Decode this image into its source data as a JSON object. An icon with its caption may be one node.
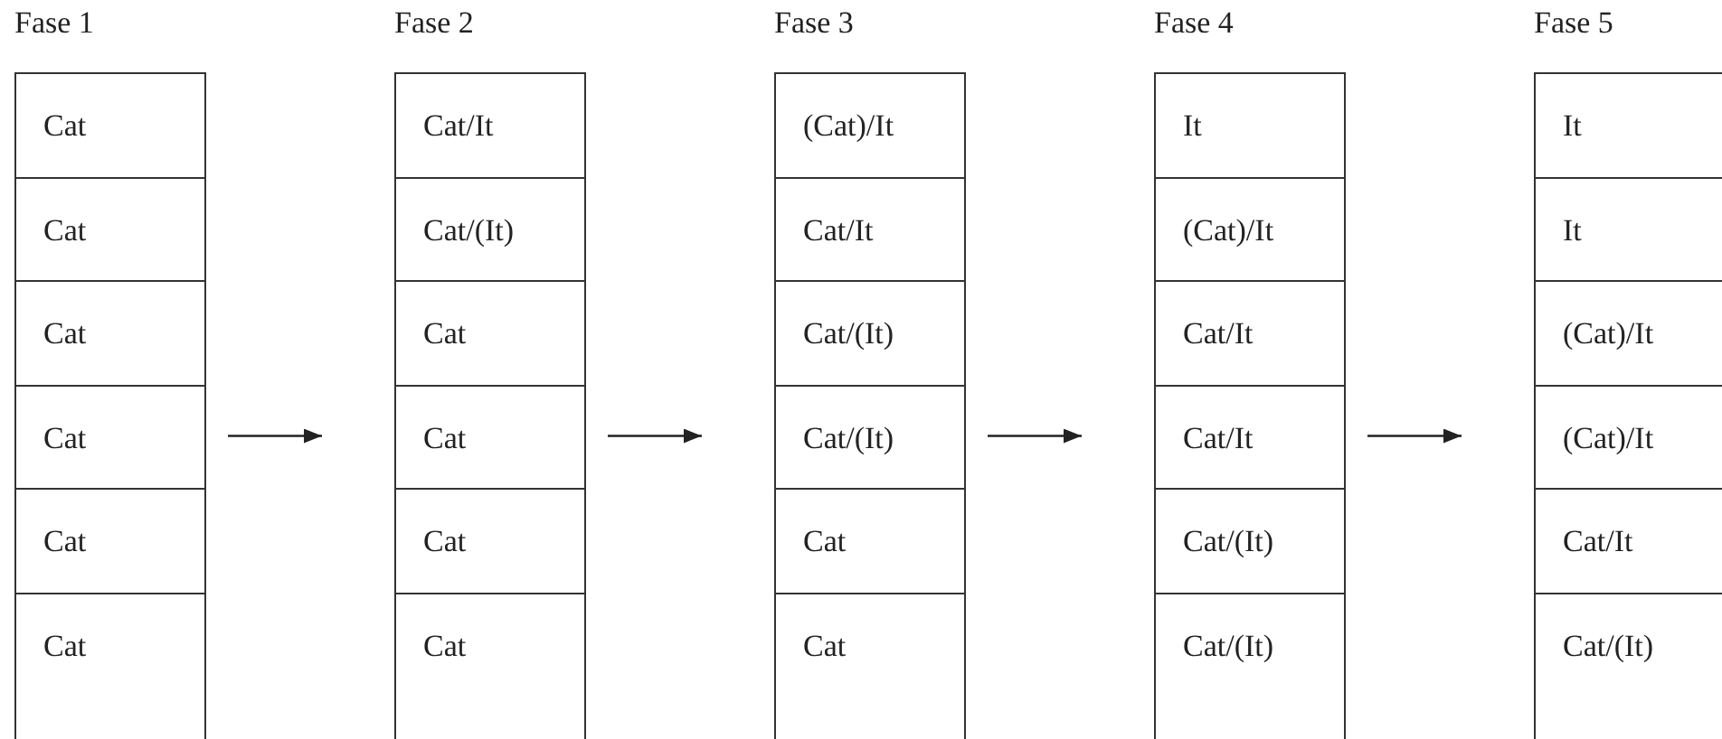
{
  "diagram": {
    "nodes": [
      {
        "text": [
          "Fase 1"
        ]
      },
      {
        "text": [
          "Cat"
        ],
        "in": 0
      },
      {
        "text": [
          "Cat"
        ],
        "in": 0
      },
      {
        "text": [
          "Cat"
        ],
        "in": 0
      },
      {
        "text": [
          "Cat"
        ],
        "in": 0
      },
      {
        "text": [
          "Cat"
        ],
        "in": 0
      },
      {
        "text": [
          "Cat"
        ],
        "in": 0
      },
      {
        "text": [
          "Fase 2"
        ]
      },
      {
        "text": [
          "Cat/It"
        ],
        "in": 7
      },
      {
        "text": [
          "Cat/(It)"
        ],
        "in": 7
      },
      {
        "text": [
          "Cat"
        ],
        "in": 7
      },
      {
        "text": [
          "Cat"
        ],
        "in": 7
      },
      {
        "text": [
          "Cat"
        ],
        "in": 7
      },
      {
        "text": [
          "Cat"
        ],
        "in": 7
      },
      {
        "text": [
          "Fase 3"
        ]
      },
      {
        "text": [
          "(Cat)/It"
        ],
        "in": 14
      },
      {
        "text": [
          "Cat/It"
        ],
        "in": 14
      },
      {
        "text": [
          "Cat/(It)"
        ],
        "in": 14
      },
      {
        "text": [
          "Cat/(It)"
        ],
        "in": 14
      },
      {
        "text": [
          "Cat"
        ],
        "in": 14
      },
      {
        "text": [
          "Cat"
        ],
        "in": 14
      },
      {
        "text": [
          "Fase 4"
        ]
      },
      {
        "text": [
          "It"
        ],
        "in": 21
      },
      {
        "text": [
          "(Cat)/It"
        ],
        "in": 21
      },
      {
        "text": [
          "Cat/It"
        ],
        "in": 21
      },
      {
        "text": [
          "Cat/It"
        ],
        "in": 21
      },
      {
        "text": [
          "Cat/(It)"
        ],
        "in": 21
      },
      {
        "text": [
          "Cat/(It)"
        ],
        "in": 21
      },
      {
        "text": [
          "Fase 5"
        ]
      },
      {
        "text": [
          "It"
        ],
        "in": 28
      },
      {
        "text": [
          "It"
        ],
        "in": 28
      },
      {
        "text": [
          "(Cat)/It"
        ],
        "in": 28
      },
      {
        "text": [
          "(Cat)/It"
        ],
        "in": 28
      },
      {
        "text": [
          "Cat/It"
        ],
        "in": 28
      },
      {
        "text": [
          "Cat/(It)"
        ],
        "in": 28
      }
    ],
    "edges": [
      {
        "from": 0,
        "to": 7,
        "arrow": "to"
      },
      {
        "from": 7,
        "to": 14,
        "arrow": "to"
      },
      {
        "from": 14,
        "to": 21,
        "arrow": "to"
      },
      {
        "from": 21,
        "to": 28,
        "arrow": "to"
      }
    ]
  }
}
